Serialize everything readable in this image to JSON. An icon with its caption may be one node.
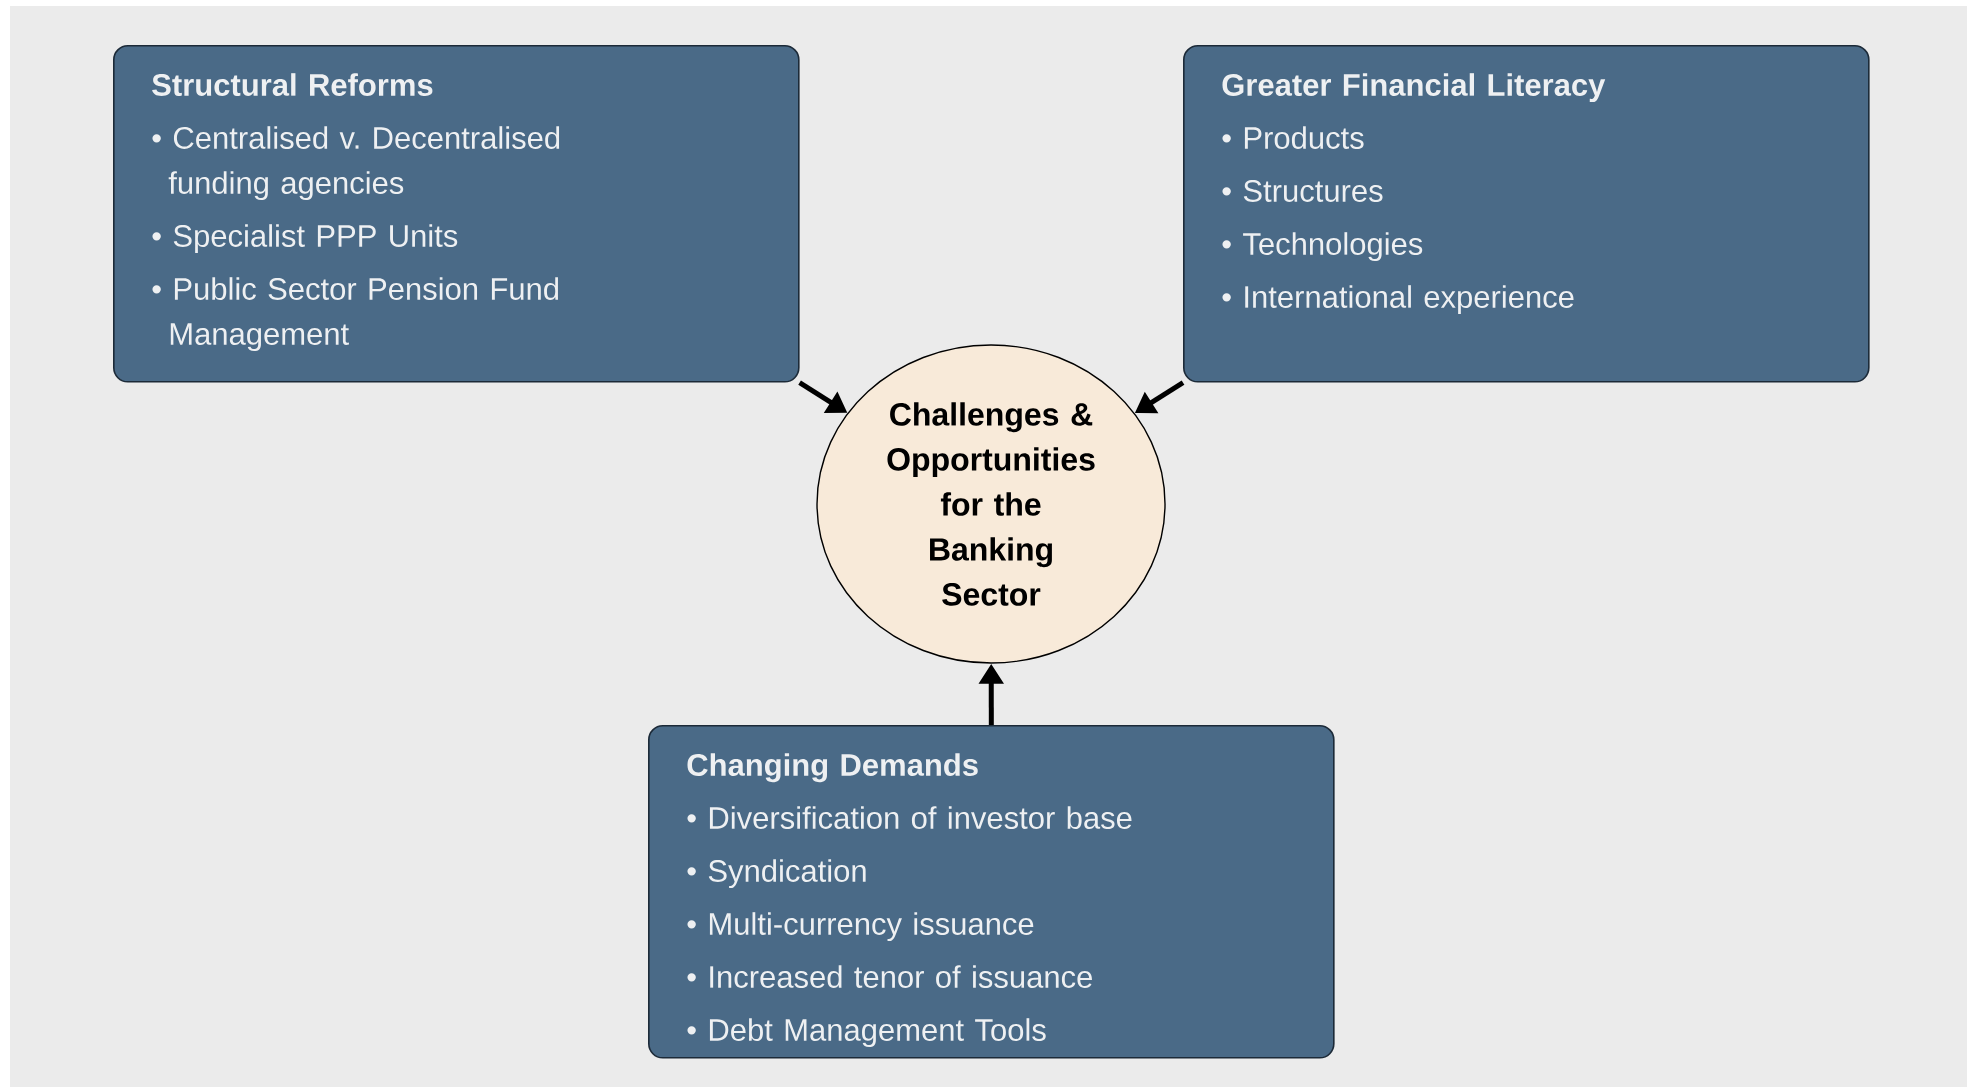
{
  "diagram": {
    "nodes": [
      {
        "text": [
          "Structural Reforms",
          "• Centralised v. Decentralised funding agencies",
          "• Specialist PPP Units",
          "• Public Sector Pension Fund Management"
        ]
      },
      {
        "text": [
          "Greater Financial Literacy",
          "• Products",
          "• Structures",
          "• Technologies",
          "• International experience"
        ]
      },
      {
        "text": [
          "Challenges & Opportunities for the Banking Sector"
        ]
      },
      {
        "text": [
          "Changing Demands",
          "• Diversification of investor base",
          "• Syndication",
          "• Multi-currency issuance",
          "• Increased tenor of issuance",
          "• Debt Management Tools"
        ]
      }
    ],
    "edges": [
      {
        "from": 0,
        "to": 2,
        "arrow": "to"
      },
      {
        "from": 1,
        "to": 2,
        "arrow": "to"
      },
      {
        "from": 3,
        "to": 2,
        "arrow": "to"
      }
    ]
  }
}
